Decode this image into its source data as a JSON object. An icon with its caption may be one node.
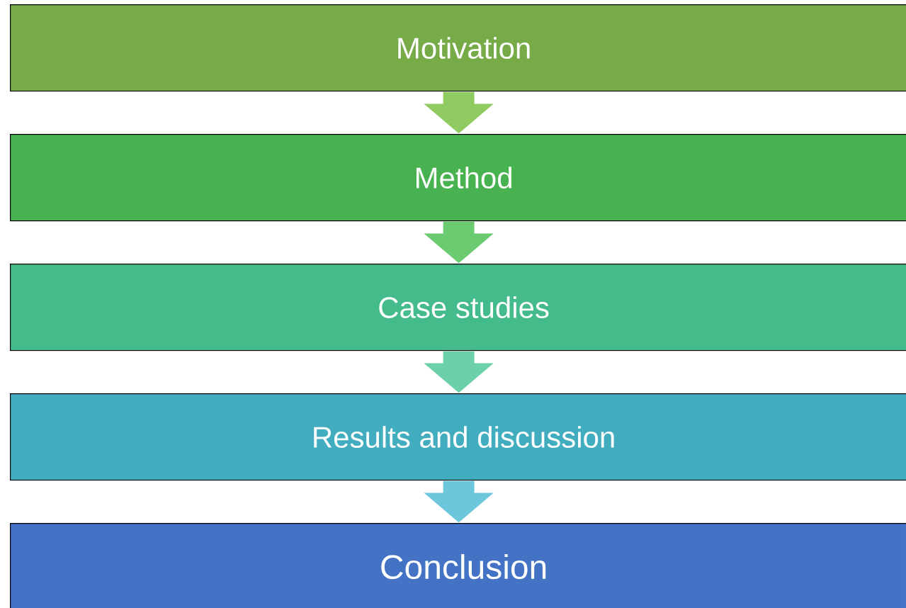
{
  "diagram": {
    "nodes": [
      {
        "text": [
          "Motivation"
        ]
      },
      {
        "text": [
          "Method"
        ]
      },
      {
        "text": [
          "Case studies"
        ]
      },
      {
        "text": [
          "Results and discussion"
        ]
      },
      {
        "text": [
          "Conclusion"
        ]
      }
    ],
    "edges": [
      {
        "from": 0,
        "to": 1,
        "arrow": "to",
        "color": "#8fcb60"
      },
      {
        "from": 1,
        "to": 2,
        "arrow": "to",
        "color": "#6bcb70"
      },
      {
        "from": 2,
        "to": 3,
        "arrow": "to",
        "color": "#6cd0a8"
      },
      {
        "from": 3,
        "to": 4,
        "arrow": "to",
        "color": "#6cc6dc"
      }
    ]
  }
}
